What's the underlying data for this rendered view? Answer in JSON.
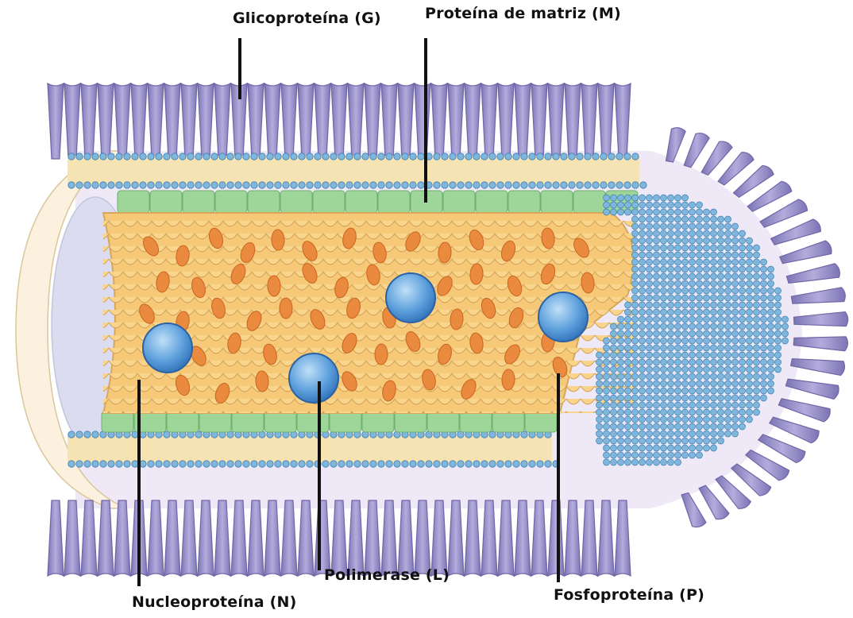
{
  "labels": {
    "glycoprotein": "Glicoproteína (G)",
    "matrix": "Proteína de matriz (M)",
    "nucleoprotein": "Nucleoproteína (N)",
    "polymerase": "Polimerase (L)",
    "phosphoprotein": "Fosfoproteína (P)"
  },
  "colors": {
    "glycoprotein": "#9a92c8",
    "glycoprotein_dark": "#6f67a6",
    "lipid_head": "#7fb6dc",
    "lipid_tail": "#f6e3b4",
    "matrix": "#9ed69a",
    "nucleocapsid": "#f6c978",
    "phospho": "#e98a3e",
    "polymerase": "#4f93d8",
    "interior": "#dcdcf0"
  }
}
